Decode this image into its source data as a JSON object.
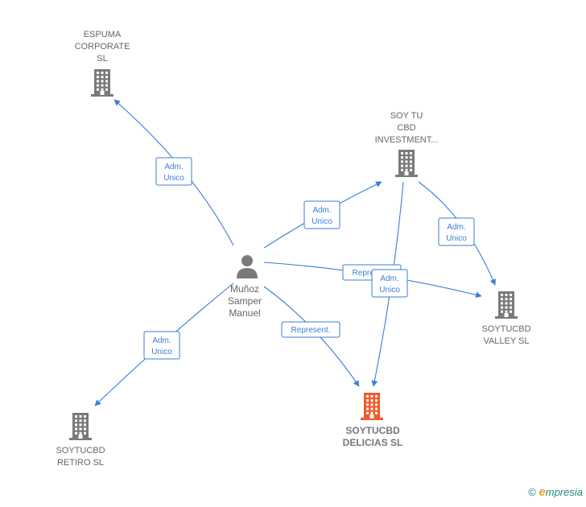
{
  "nodes": {
    "espuma": {
      "lines": [
        "ESPUMA",
        "CORPORATE",
        "SL"
      ],
      "icon": "building-icon",
      "color": "#7a7a7a"
    },
    "soytu_cbd": {
      "lines": [
        "SOY TU",
        "CBD",
        "INVESTMENT..."
      ],
      "icon": "building-icon",
      "color": "#7a7a7a"
    },
    "person": {
      "lines": [
        "Muñoz",
        "Samper",
        "Manuel"
      ],
      "icon": "person-icon",
      "color": "#7a7a7a"
    },
    "valley": {
      "lines": [
        "SOYTUCBD",
        "VALLEY  SL"
      ],
      "icon": "building-icon",
      "color": "#7a7a7a"
    },
    "delicias": {
      "lines": [
        "SOYTUCBD",
        "DELICIAS  SL"
      ],
      "icon": "building-icon",
      "color": "#f05a28"
    },
    "retiro": {
      "lines": [
        "SOYTUCBD",
        "RETIRO  SL"
      ],
      "icon": "building-icon",
      "color": "#7a7a7a"
    }
  },
  "edges": {
    "person_espuma": {
      "lines": [
        "Adm.",
        "Unico"
      ]
    },
    "person_soytu": {
      "lines": [
        "Adm.",
        "Unico"
      ]
    },
    "person_valley": {
      "lines": [
        "Represent."
      ]
    },
    "person_delicias": {
      "lines": [
        "Represent."
      ]
    },
    "person_retiro": {
      "lines": [
        "Adm.",
        "Unico"
      ]
    },
    "soytu_valley": {
      "lines": [
        "Adm.",
        "Unico"
      ]
    },
    "soytu_delicias": {
      "lines": [
        "Adm.",
        "Unico"
      ]
    }
  },
  "branding": {
    "copyright": "©",
    "logo_initial": "e",
    "logo_rest": "mpresia"
  },
  "colors": {
    "edge": "#3a7fd5",
    "node": "#7a7a7a",
    "focus": "#f05a28"
  }
}
